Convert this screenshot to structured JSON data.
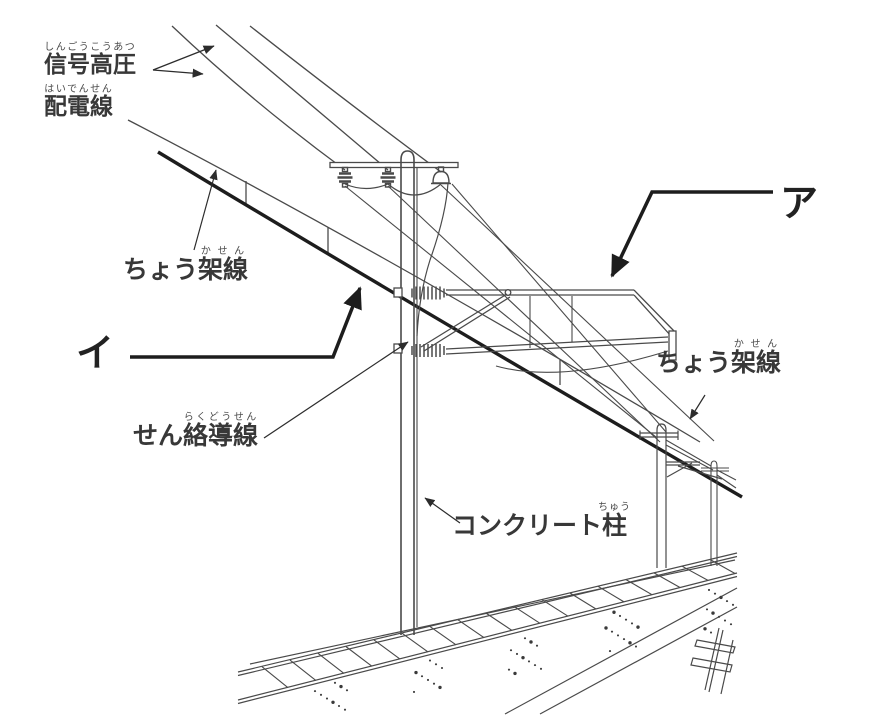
{
  "diagram": {
    "labels": {
      "signal_line1": {
        "base": "信号高圧",
        "furigana": "しんごうこうあつ"
      },
      "signal_line2": {
        "base": "配電線",
        "furigana": "はいでんせん"
      },
      "catenary_left": {
        "prefix": "ちょう",
        "base": "架線",
        "furigana": "かせん"
      },
      "catenary_right": {
        "prefix": "ちょう",
        "base": "架線",
        "furigana": "かせん"
      },
      "interconnect": {
        "prefix": "せん",
        "base": "絡導線",
        "furigana": "らくどうせん"
      },
      "concrete_pole": {
        "prefix": "コンクリート",
        "base": "柱",
        "furigana": "ちゅう"
      },
      "marker_a": "ア",
      "marker_i": "イ"
    },
    "colors": {
      "line": "#4a4a4a",
      "thick_wire": "#1d1d1d",
      "leader": "#2c2c2c",
      "label_text": "#383838",
      "background": "#ffffff"
    }
  }
}
